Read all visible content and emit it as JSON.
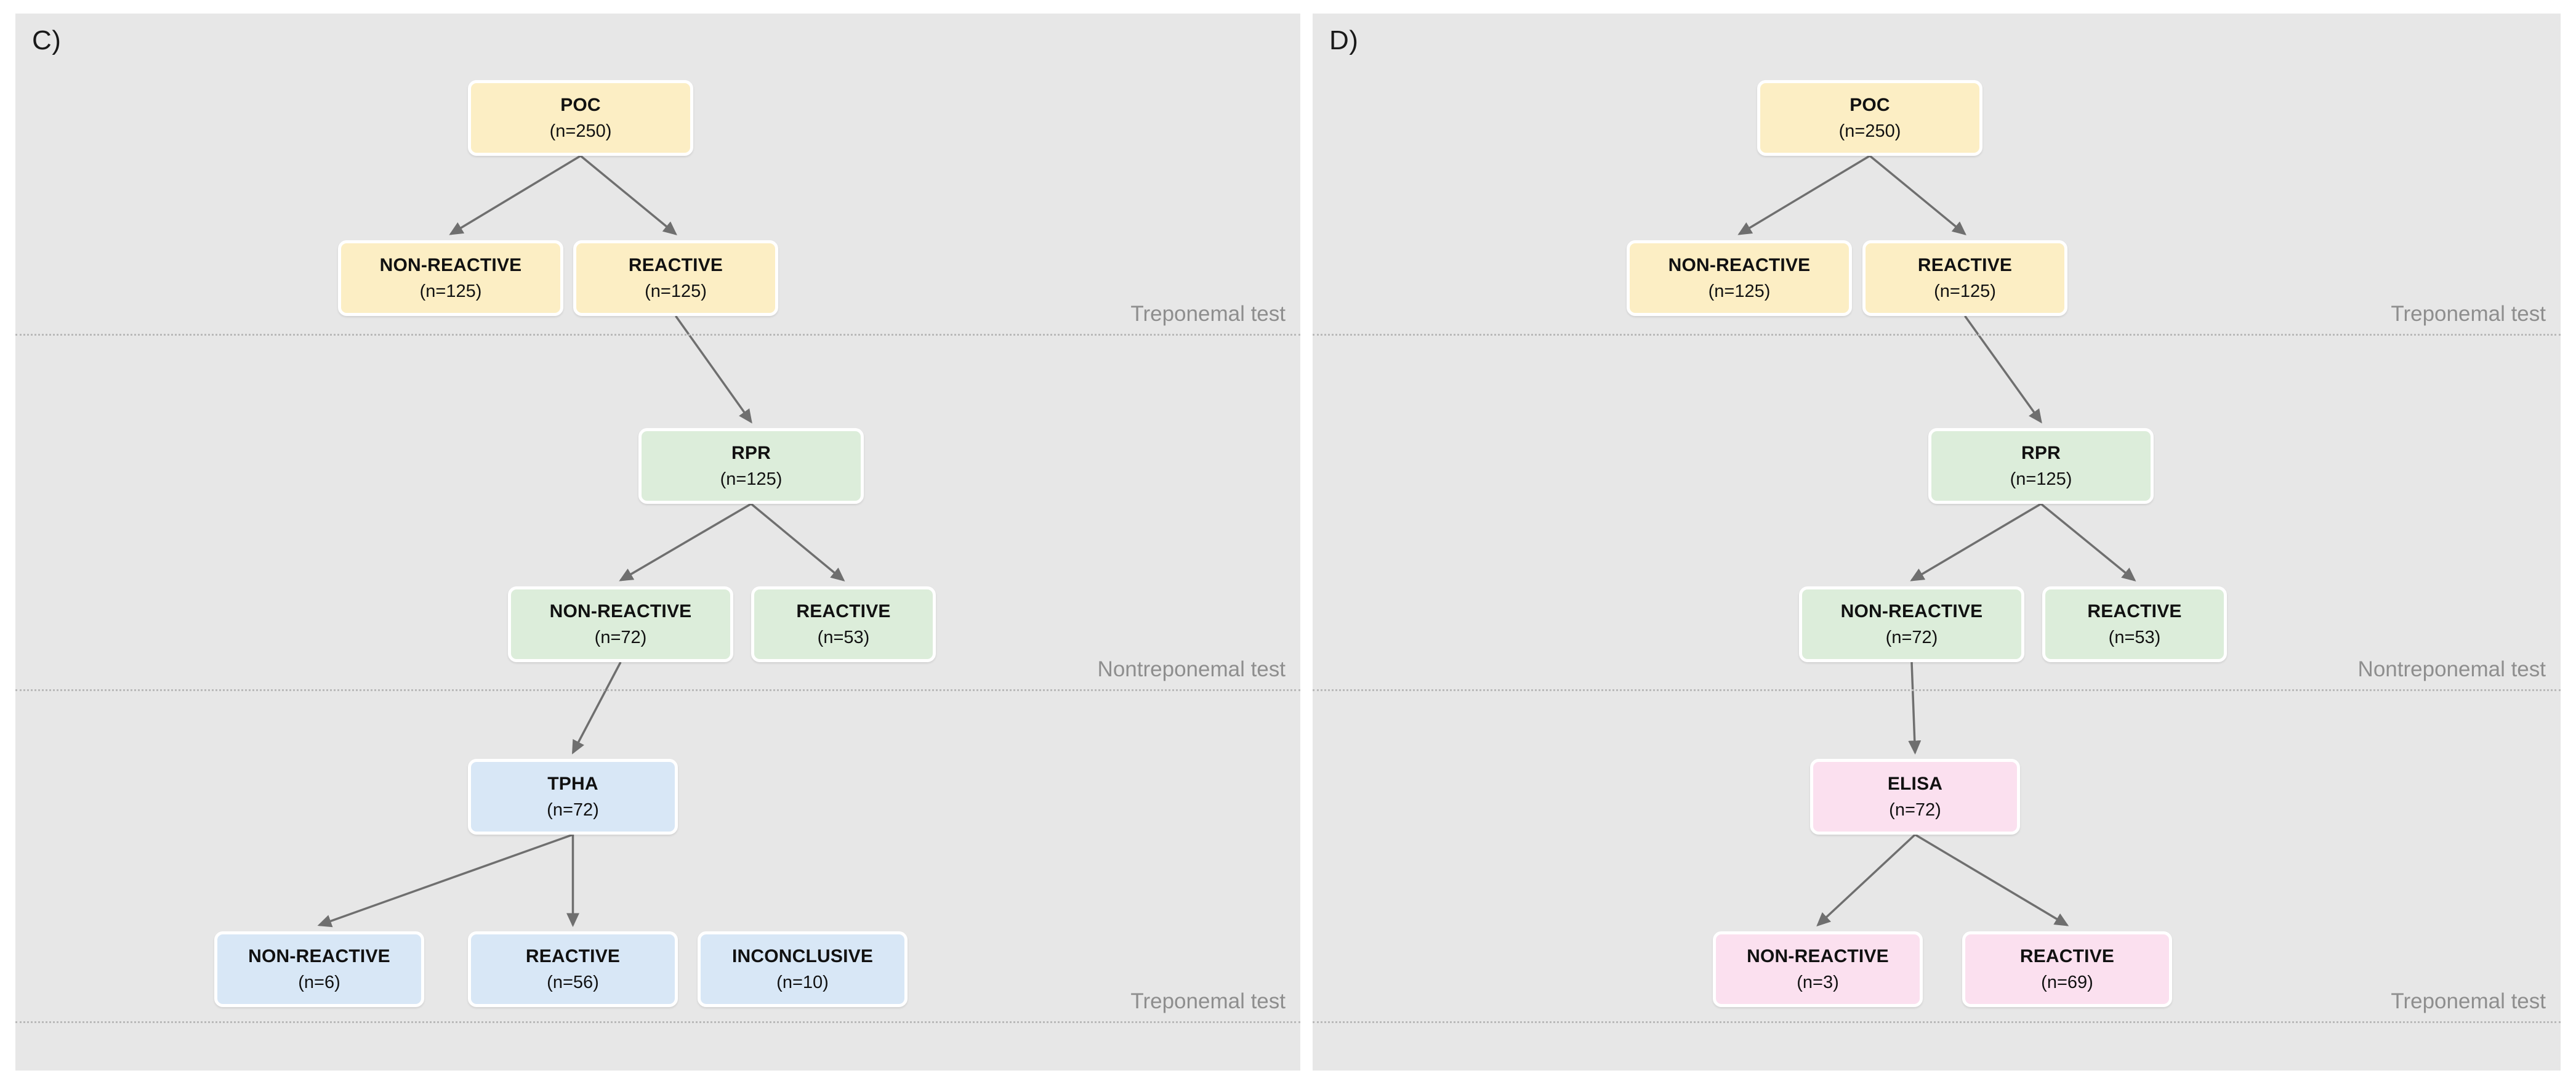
{
  "figure": {
    "background": "#ffffff",
    "panel_background": "#e7e7e7",
    "arrow_color": "#6f6f6f",
    "separator_color": "#b9b9b9",
    "separator_label_color": "#8e8e8e",
    "node_border_color": "#ffffff"
  },
  "panels": [
    {
      "id": "C",
      "label": "C)",
      "palette": {
        "yellow": "#fceec4",
        "green": "#dcedda",
        "blue": "#d8e7f6"
      },
      "separators": [
        {
          "label": "Treponemal test"
        },
        {
          "label": "Nontreponemal test"
        },
        {
          "label": "Treponemal test"
        }
      ],
      "nodes": [
        {
          "key": "poc",
          "title": "POC",
          "count": "(n=250)",
          "color": "yellow"
        },
        {
          "key": "poc_nonreact",
          "title": "NON-REACTIVE",
          "count": "(n=125)",
          "color": "yellow"
        },
        {
          "key": "poc_react",
          "title": "REACTIVE",
          "count": "(n=125)",
          "color": "yellow"
        },
        {
          "key": "rpr",
          "title": "RPR",
          "count": "(n=125)",
          "color": "green"
        },
        {
          "key": "rpr_nonreact",
          "title": "NON-REACTIVE",
          "count": "(n=72)",
          "color": "green"
        },
        {
          "key": "rpr_react",
          "title": "REACTIVE",
          "count": "(n=53)",
          "color": "green"
        },
        {
          "key": "tpha",
          "title": "TPHA",
          "count": "(n=72)",
          "color": "blue"
        },
        {
          "key": "tpha_nonreact",
          "title": "NON-REACTIVE",
          "count": "(n=6)",
          "color": "blue"
        },
        {
          "key": "tpha_react",
          "title": "REACTIVE",
          "count": "(n=56)",
          "color": "blue"
        },
        {
          "key": "tpha_inconcl",
          "title": "INCONCLUSIVE",
          "count": "(n=10)",
          "color": "blue"
        }
      ],
      "edges": [
        {
          "from": "poc",
          "to": "poc_nonreact"
        },
        {
          "from": "poc",
          "to": "poc_react"
        },
        {
          "from": "poc_react",
          "to": "rpr"
        },
        {
          "from": "rpr",
          "to": "rpr_nonreact"
        },
        {
          "from": "rpr",
          "to": "rpr_react"
        },
        {
          "from": "rpr_nonreact",
          "to": "tpha"
        },
        {
          "from": "tpha",
          "to": "tpha_nonreact"
        },
        {
          "from": "tpha",
          "to": "tpha_react"
        }
      ]
    },
    {
      "id": "D",
      "label": "D)",
      "palette": {
        "yellow": "#fceec4",
        "green": "#dcedda",
        "pink": "#fbe0ef"
      },
      "separators": [
        {
          "label": "Treponemal test"
        },
        {
          "label": "Nontreponemal test"
        },
        {
          "label": "Treponemal test"
        }
      ],
      "nodes": [
        {
          "key": "poc",
          "title": "POC",
          "count": "(n=250)",
          "color": "yellow"
        },
        {
          "key": "poc_nonreact",
          "title": "NON-REACTIVE",
          "count": "(n=125)",
          "color": "yellow"
        },
        {
          "key": "poc_react",
          "title": "REACTIVE",
          "count": "(n=125)",
          "color": "yellow"
        },
        {
          "key": "rpr",
          "title": "RPR",
          "count": "(n=125)",
          "color": "green"
        },
        {
          "key": "rpr_nonreact",
          "title": "NON-REACTIVE",
          "count": "(n=72)",
          "color": "green"
        },
        {
          "key": "rpr_react",
          "title": "REACTIVE",
          "count": "(n=53)",
          "color": "green"
        },
        {
          "key": "elisa",
          "title": "ELISA",
          "count": "(n=72)",
          "color": "pink"
        },
        {
          "key": "elisa_nonreact",
          "title": "NON-REACTIVE",
          "count": "(n=3)",
          "color": "pink"
        },
        {
          "key": "elisa_react",
          "title": "REACTIVE",
          "count": "(n=69)",
          "color": "pink"
        }
      ],
      "edges": [
        {
          "from": "poc",
          "to": "poc_nonreact"
        },
        {
          "from": "poc",
          "to": "poc_react"
        },
        {
          "from": "poc_react",
          "to": "rpr"
        },
        {
          "from": "rpr",
          "to": "rpr_nonreact"
        },
        {
          "from": "rpr",
          "to": "rpr_react"
        },
        {
          "from": "rpr_nonreact",
          "to": "elisa"
        },
        {
          "from": "elisa",
          "to": "elisa_nonreact"
        },
        {
          "from": "elisa",
          "to": "elisa_react"
        }
      ]
    }
  ]
}
